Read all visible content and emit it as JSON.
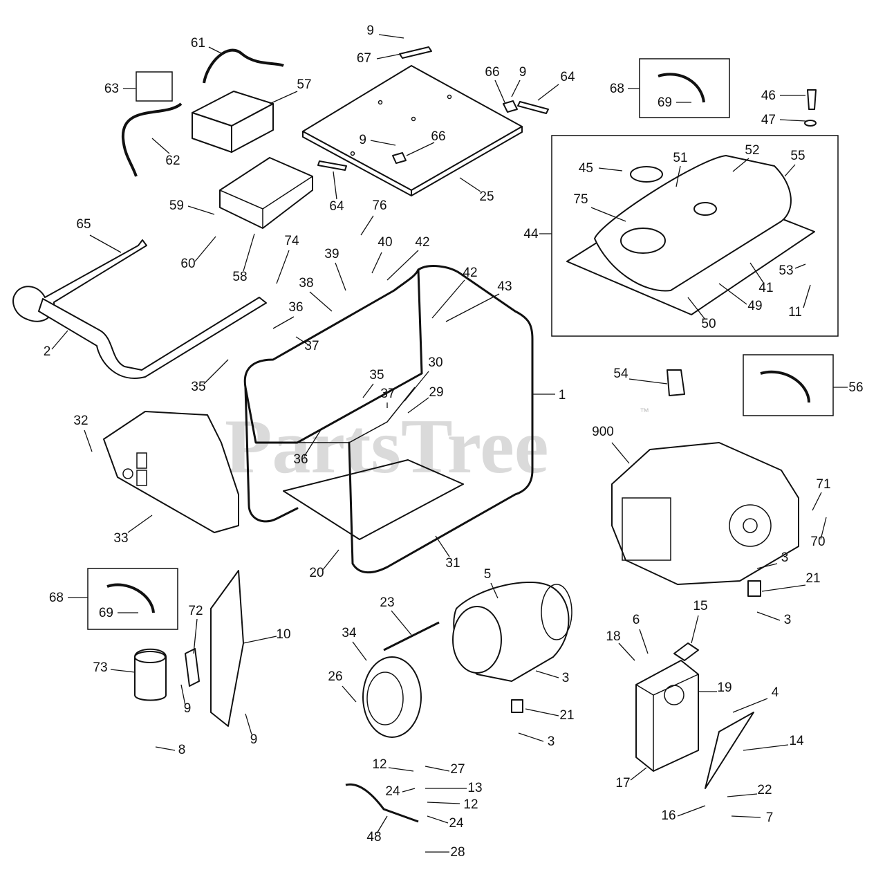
{
  "watermark": {
    "text": "PartsTree",
    "trademark": "™"
  },
  "callouts": [
    {
      "id": "c-9-top",
      "label": "9"
    },
    {
      "id": "c-67",
      "label": "67"
    },
    {
      "id": "c-61",
      "label": "61"
    },
    {
      "id": "c-57",
      "label": "57"
    },
    {
      "id": "c-63",
      "label": "63"
    },
    {
      "id": "c-62",
      "label": "62"
    },
    {
      "id": "c-66-top",
      "label": "66"
    },
    {
      "id": "c-9-right",
      "label": "9"
    },
    {
      "id": "c-64-right",
      "label": "64"
    },
    {
      "id": "c-68-top",
      "label": "68"
    },
    {
      "id": "c-69-top",
      "label": "69"
    },
    {
      "id": "c-46",
      "label": "46"
    },
    {
      "id": "c-47",
      "label": "47"
    },
    {
      "id": "c-9-mid",
      "label": "9"
    },
    {
      "id": "c-66-mid",
      "label": "66"
    },
    {
      "id": "c-25",
      "label": "25"
    },
    {
      "id": "c-64-left",
      "label": "64"
    },
    {
      "id": "c-45",
      "label": "45"
    },
    {
      "id": "c-51",
      "label": "51"
    },
    {
      "id": "c-52",
      "label": "52"
    },
    {
      "id": "c-55",
      "label": "55"
    },
    {
      "id": "c-75",
      "label": "75"
    },
    {
      "id": "c-44",
      "label": "44"
    },
    {
      "id": "c-53",
      "label": "53"
    },
    {
      "id": "c-41",
      "label": "41"
    },
    {
      "id": "c-49",
      "label": "49"
    },
    {
      "id": "c-50",
      "label": "50"
    },
    {
      "id": "c-11",
      "label": "11"
    },
    {
      "id": "c-59",
      "label": "59"
    },
    {
      "id": "c-65",
      "label": "65"
    },
    {
      "id": "c-60",
      "label": "60"
    },
    {
      "id": "c-58",
      "label": "58"
    },
    {
      "id": "c-76",
      "label": "76"
    },
    {
      "id": "c-40",
      "label": "40"
    },
    {
      "id": "c-42-a",
      "label": "42"
    },
    {
      "id": "c-39",
      "label": "39"
    },
    {
      "id": "c-74",
      "label": "74"
    },
    {
      "id": "c-42-b",
      "label": "42"
    },
    {
      "id": "c-43",
      "label": "43"
    },
    {
      "id": "c-38",
      "label": "38"
    },
    {
      "id": "c-36-top",
      "label": "36"
    },
    {
      "id": "c-37-top",
      "label": "37"
    },
    {
      "id": "c-2",
      "label": "2"
    },
    {
      "id": "c-35-left",
      "label": "35"
    },
    {
      "id": "c-35-mid",
      "label": "35"
    },
    {
      "id": "c-30",
      "label": "30"
    },
    {
      "id": "c-29",
      "label": "29"
    },
    {
      "id": "c-37-mid",
      "label": "37"
    },
    {
      "id": "c-1",
      "label": "1"
    },
    {
      "id": "c-54",
      "label": "54"
    },
    {
      "id": "c-56",
      "label": "56"
    },
    {
      "id": "c-32",
      "label": "32"
    },
    {
      "id": "c-900",
      "label": "900"
    },
    {
      "id": "c-36-mid",
      "label": "36"
    },
    {
      "id": "c-71",
      "label": "71"
    },
    {
      "id": "c-70",
      "label": "70"
    },
    {
      "id": "c-33",
      "label": "33"
    },
    {
      "id": "c-20",
      "label": "20"
    },
    {
      "id": "c-31",
      "label": "31"
    },
    {
      "id": "c-5",
      "label": "5"
    },
    {
      "id": "c-3-a",
      "label": "3"
    },
    {
      "id": "c-21-a",
      "label": "21"
    },
    {
      "id": "c-3-b",
      "label": "3"
    },
    {
      "id": "c-68-bot",
      "label": "68"
    },
    {
      "id": "c-69-bot",
      "label": "69"
    },
    {
      "id": "c-72",
      "label": "72"
    },
    {
      "id": "c-10",
      "label": "10"
    },
    {
      "id": "c-23",
      "label": "23"
    },
    {
      "id": "c-15",
      "label": "15"
    },
    {
      "id": "c-34",
      "label": "34"
    },
    {
      "id": "c-18",
      "label": "18"
    },
    {
      "id": "c-6",
      "label": "6"
    },
    {
      "id": "c-73",
      "label": "73"
    },
    {
      "id": "c-26",
      "label": "26"
    },
    {
      "id": "c-3-c",
      "label": "3"
    },
    {
      "id": "c-19",
      "label": "19"
    },
    {
      "id": "c-9-a",
      "label": "9"
    },
    {
      "id": "c-21-b",
      "label": "21"
    },
    {
      "id": "c-4",
      "label": "4"
    },
    {
      "id": "c-9-b",
      "label": "9"
    },
    {
      "id": "c-3-d",
      "label": "3"
    },
    {
      "id": "c-8",
      "label": "8"
    },
    {
      "id": "c-14",
      "label": "14"
    },
    {
      "id": "c-12-a",
      "label": "12"
    },
    {
      "id": "c-27",
      "label": "27"
    },
    {
      "id": "c-17",
      "label": "17"
    },
    {
      "id": "c-24-a",
      "label": "24"
    },
    {
      "id": "c-13",
      "label": "13"
    },
    {
      "id": "c-22",
      "label": "22"
    },
    {
      "id": "c-12-b",
      "label": "12"
    },
    {
      "id": "c-16",
      "label": "16"
    },
    {
      "id": "c-7",
      "label": "7"
    },
    {
      "id": "c-24-b",
      "label": "24"
    },
    {
      "id": "c-48",
      "label": "48"
    },
    {
      "id": "c-28",
      "label": "28"
    }
  ]
}
